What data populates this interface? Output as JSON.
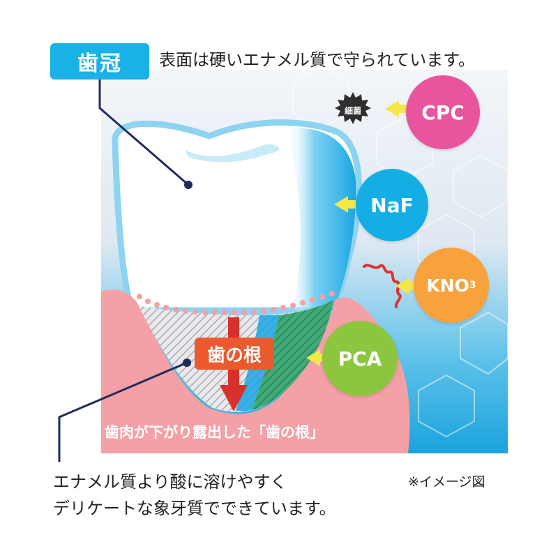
{
  "crown": {
    "label": "歯冠",
    "description": "表面は硬いエナメル質で守られています。"
  },
  "root": {
    "label": "歯の根",
    "description_lines": [
      "エナメル質より酸に溶けやすく",
      "デリケートな象牙質でできています。"
    ]
  },
  "gum_caption": "歯肉が下がり露出した「歯の根」",
  "note": "※イメージ図",
  "bacteria_label": "細菌",
  "ingredients": [
    {
      "name": "CPC",
      "color": "#e8549e"
    },
    {
      "name": "NaF",
      "color": "#14aee5"
    },
    {
      "name": "KNO",
      "subscript": "3",
      "color": "#f7a23c"
    },
    {
      "name": "PCA",
      "color": "#8cc63f"
    }
  ],
  "colors": {
    "crown_badge": "#19b1e6",
    "root_badge": "#ea5a2e",
    "gum": "#f3a0a6",
    "arrow_yellow": "#f5e64a",
    "root_arrow": "#d8312b",
    "leader_line": "#1f2b5a"
  }
}
